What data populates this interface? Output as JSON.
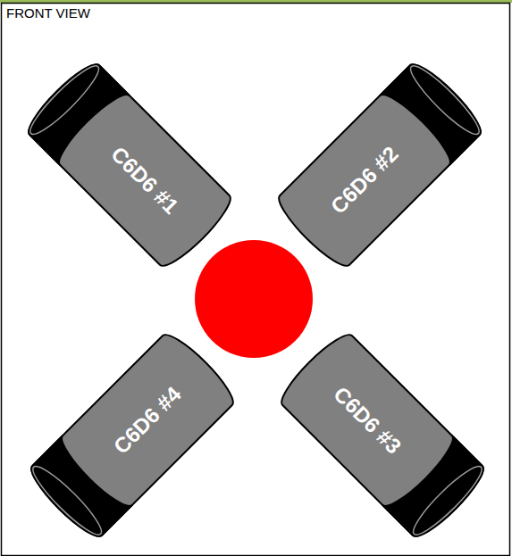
{
  "diagram": {
    "title": "FRONT VIEW",
    "nodes": [
      {
        "text": [
          "C6D6 #1"
        ]
      },
      {
        "text": [
          "C6D6 #2"
        ]
      },
      {
        "text": [
          "C6D6 #4"
        ]
      },
      {
        "text": [
          "C6D6 #3"
        ]
      }
    ]
  }
}
